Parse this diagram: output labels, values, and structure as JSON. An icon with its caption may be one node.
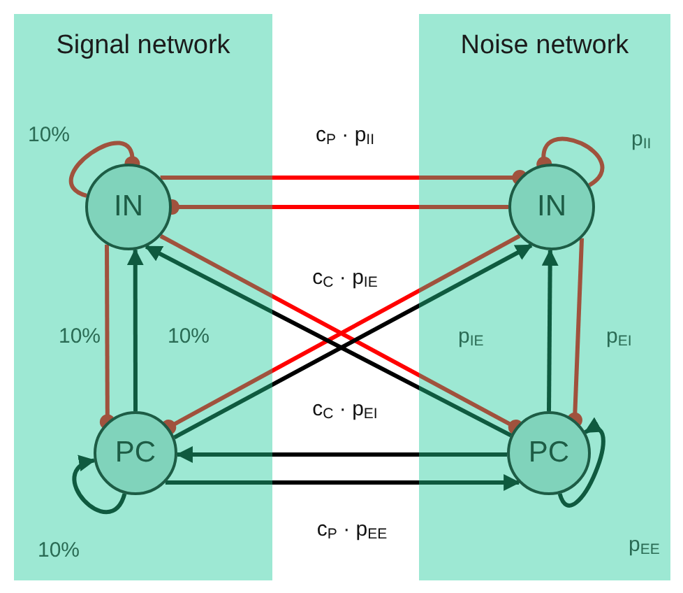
{
  "diagram": {
    "nodes": [
      {
        "text": [
          "Signal network"
        ]
      },
      {
        "text": [
          "Noise network"
        ]
      },
      {
        "text": [
          "IN"
        ],
        "in": 0
      },
      {
        "text": [
          "PC"
        ],
        "in": 0
      },
      {
        "text": [
          "IN"
        ],
        "in": 1
      },
      {
        "text": [
          "PC"
        ],
        "in": 1
      }
    ],
    "edges": [
      {
        "from": 2,
        "to": 2,
        "arrow": "other",
        "label": "10%",
        "color": "#a0523d"
      },
      {
        "from": 2,
        "to": 3,
        "arrow": "other",
        "label": "10%",
        "color": "#a0523d"
      },
      {
        "from": 3,
        "to": 2,
        "arrow": "to",
        "label": "10%",
        "color": "#0f5a3f"
      },
      {
        "from": 3,
        "to": 3,
        "arrow": "to",
        "label": "10%",
        "color": "#0f5a3f"
      },
      {
        "from": 4,
        "to": 4,
        "arrow": "other",
        "label": "p$_{II}$",
        "color": "#a0523d"
      },
      {
        "from": 5,
        "to": 4,
        "arrow": "to",
        "label": "p$_{IE}$",
        "color": "#0f5a3f"
      },
      {
        "from": 4,
        "to": 5,
        "arrow": "other",
        "label": "p$_{EI}$",
        "color": "#a0523d"
      },
      {
        "from": 5,
        "to": 5,
        "arrow": "to",
        "label": "p$_{EE}$",
        "color": "#0f5a3f"
      },
      {
        "from": 2,
        "to": 4,
        "arrow": "other",
        "color": "#a0523d"
      },
      {
        "from": 4,
        "to": 2,
        "arrow": "other",
        "color": "#a0523d"
      },
      {
        "from": 2,
        "to": 5,
        "arrow": "other",
        "color": "#a0523d"
      },
      {
        "from": 4,
        "to": 3,
        "arrow": "other",
        "color": "#a0523d"
      },
      {
        "from": 3,
        "to": 4,
        "arrow": "to",
        "color": "#0f5a3f"
      },
      {
        "from": 5,
        "to": 2,
        "arrow": "to",
        "color": "#0f5a3f"
      },
      {
        "from": 5,
        "to": 3,
        "arrow": "to",
        "color": "#0f5a3f"
      },
      {
        "from": 3,
        "to": 5,
        "arrow": "to",
        "color": "#0f5a3f"
      }
    ],
    "labels": [
      "c$_{P}$ · p$_{II}$",
      "c$_{C}$ · p$_{IE}$",
      "c$_{C}$ · p$_{EI}$",
      "c$_{P}$ · p$_{EE}$"
    ]
  }
}
